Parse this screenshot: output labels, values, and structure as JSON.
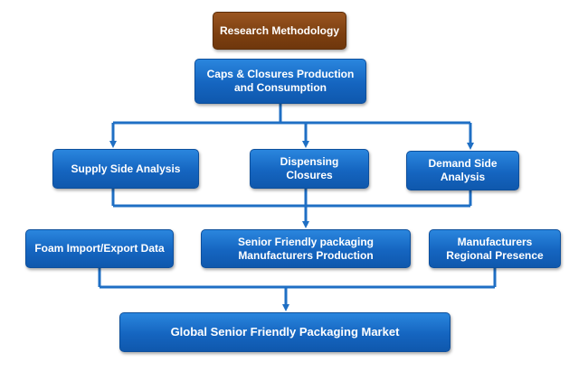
{
  "nodes": {
    "research": "Research Methodology",
    "caps": "Caps & Closures Production and Consumption",
    "supply": "Supply Side Analysis",
    "dispensing": "Dispensing Closures",
    "demand": "Demand Side Analysis",
    "foam": "Foam Import/Export Data",
    "senior": "Senior Friendly packaging Manufacturers Production",
    "manufacturers": "Manufacturers Regional Presence",
    "market": "Global Senior Friendly Packaging Market"
  },
  "colors": {
    "box_blue": "#1565c0",
    "box_brown": "#7c3f10",
    "connector": "#1f6fc4"
  }
}
